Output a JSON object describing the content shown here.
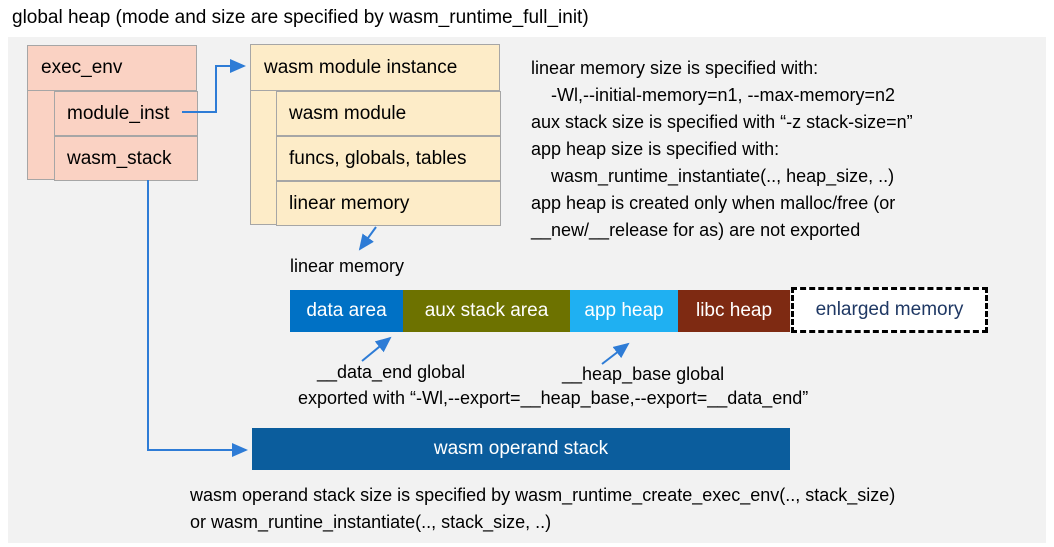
{
  "title": "global heap (mode and size are specified by wasm_runtime_full_init)",
  "exec_env_box": {
    "header": "exec_env",
    "rows": [
      "module_inst",
      "wasm_stack"
    ]
  },
  "module_instance_box": {
    "header": "wasm module instance",
    "rows": [
      "wasm module",
      "funcs, globals, tables",
      "linear memory"
    ]
  },
  "right_notes": [
    "linear memory size is specified with:",
    "-Wl,--initial-memory=n1, --max-memory=n2",
    "aux stack size is specified with “-z stack-size=n”",
    "app heap size is specified with:",
    "wasm_runtime_instantiate(.., heap_size, ..)",
    "app heap is created only when malloc/free (or",
    "__new/__release for as) are not exported"
  ],
  "linear_memory": {
    "caption": "linear memory",
    "segments": [
      {
        "label": "data area",
        "bg": "#0071c5",
        "fg": "#ffffff"
      },
      {
        "label": "aux stack area",
        "bg": "#6d7200",
        "fg": "#ffffff"
      },
      {
        "label": "app heap",
        "bg": "#1fb0f2",
        "fg": "#ffffff"
      },
      {
        "label": "libc heap",
        "bg": "#7e2a12",
        "fg": "#ffffff"
      },
      {
        "label": "enlarged memory",
        "bg": "#ffffff",
        "fg": "#1f3864"
      }
    ],
    "data_end_label": "__data_end global",
    "heap_base_label": "__heap_base global",
    "export_note": "exported with “-Wl,--export=__heap_base,--export=__data_end”"
  },
  "operand_stack": {
    "label": "wasm operand stack",
    "notes": [
      "wasm operand stack size is specified by wasm_runtime_create_exec_env(.., stack_size)",
      "or wasm_runtine_instantiate(.., stack_size, ..)"
    ]
  },
  "colors": {
    "panel_bg": "#f2f2f2",
    "box_pink": "#fad2c3",
    "box_yellow": "#fdecc8",
    "box_border": "#a6a6a6",
    "arrow_blue": "#2e7cd6",
    "data_area_bg": "#0071c5",
    "aux_stack_bg": "#6d7200",
    "app_heap_bg": "#1fb0f2",
    "libc_heap_bg": "#7e2a12",
    "operand_stack_bg": "#0b5d9d",
    "enlarged_text": "#1f3864",
    "dashed_border": "#000000"
  }
}
